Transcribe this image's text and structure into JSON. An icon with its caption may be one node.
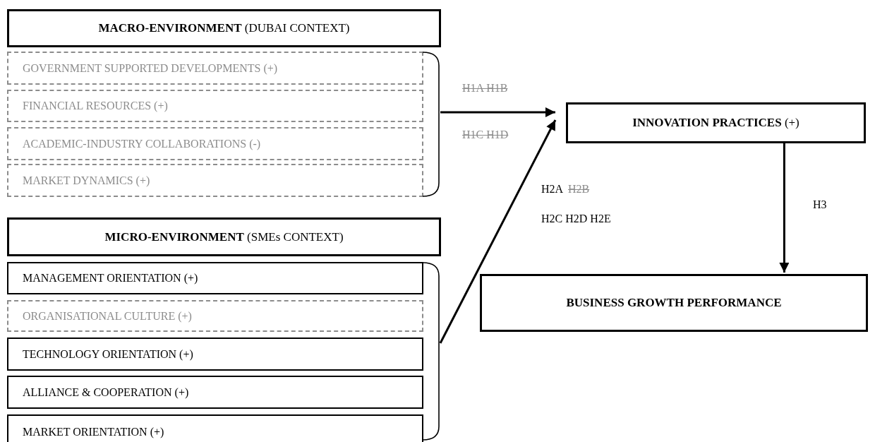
{
  "diagram": {
    "nodes": [
      {
        "text": [
          "**MACRO-ENVIRONMENT** (DUBAI CONTEXT)"
        ]
      },
      {
        "text": [
          "GOVERNMENT SUPPORTED DEVELOPMENTS (+)"
        ]
      },
      {
        "text": [
          "FINANCIAL RESOURCES (+)"
        ]
      },
      {
        "text": [
          "ACADEMIC-INDUSTRY COLLABORATIONS (-)"
        ]
      },
      {
        "text": [
          "MARKET DYNAMICS (+)"
        ]
      },
      {
        "text": [],
        "shape": "brace"
      },
      {
        "text": [
          "**MICRO-ENVIRONMENT** (SMEs CONTEXT)"
        ]
      },
      {
        "text": [
          "MANAGEMENT ORIENTATION (+)"
        ]
      },
      {
        "text": [
          "ORGANISATIONAL CULTURE (+)"
        ]
      },
      {
        "text": [
          "TECHNOLOGY ORIENTATION (+)"
        ]
      },
      {
        "text": [
          "ALLIANCE & COOPERATION (+)"
        ]
      },
      {
        "text": [
          "MARKET ORIENTATION (+)"
        ]
      },
      {
        "text": [],
        "shape": "brace"
      },
      {
        "text": [
          "**INNOVATION PRACTICES** (+)"
        ]
      },
      {
        "text": [
          "BUSINESS GROWTH PERFORMANCE"
        ]
      }
    ],
    "edges": [
      {
        "from": 5,
        "to": 13,
        "arrow": "to"
      },
      {
        "from": 12,
        "to": 13,
        "arrow": "to"
      },
      {
        "from": 13,
        "to": 14,
        "label": "H3",
        "arrow": "to"
      }
    ],
    "labels": [
      "H1A H1B",
      "H1C H1D",
      "H2A",
      "H2B",
      "H2C H2D H2E"
    ]
  }
}
